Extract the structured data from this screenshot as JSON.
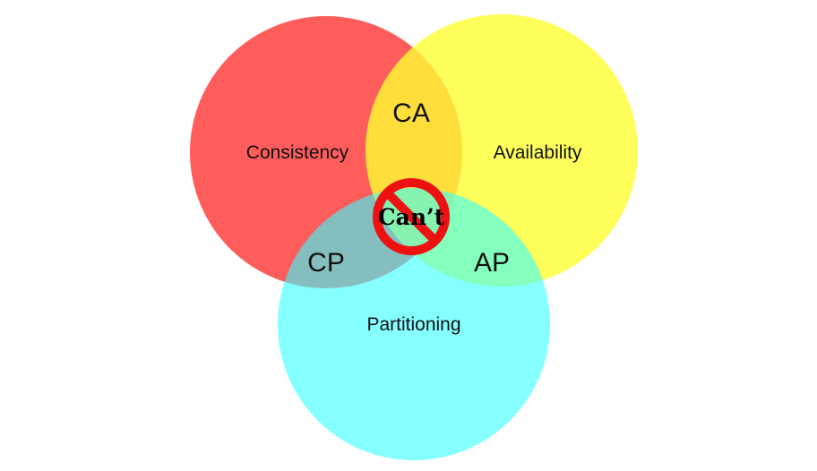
{
  "sets": [
    {
      "id": "consistency",
      "label": "Consistency",
      "color": "#ff3333"
    },
    {
      "id": "availability",
      "label": "Availability",
      "color": "#ffff33"
    },
    {
      "id": "partitioning",
      "label": "Partitioning",
      "color": "#33ffff"
    }
  ],
  "intersections": {
    "ca": "CA",
    "cp": "CP",
    "ap": "AP"
  },
  "center": {
    "label": "Can’t",
    "icon": "no-symbol-icon",
    "icon_color": "#ee1111"
  }
}
